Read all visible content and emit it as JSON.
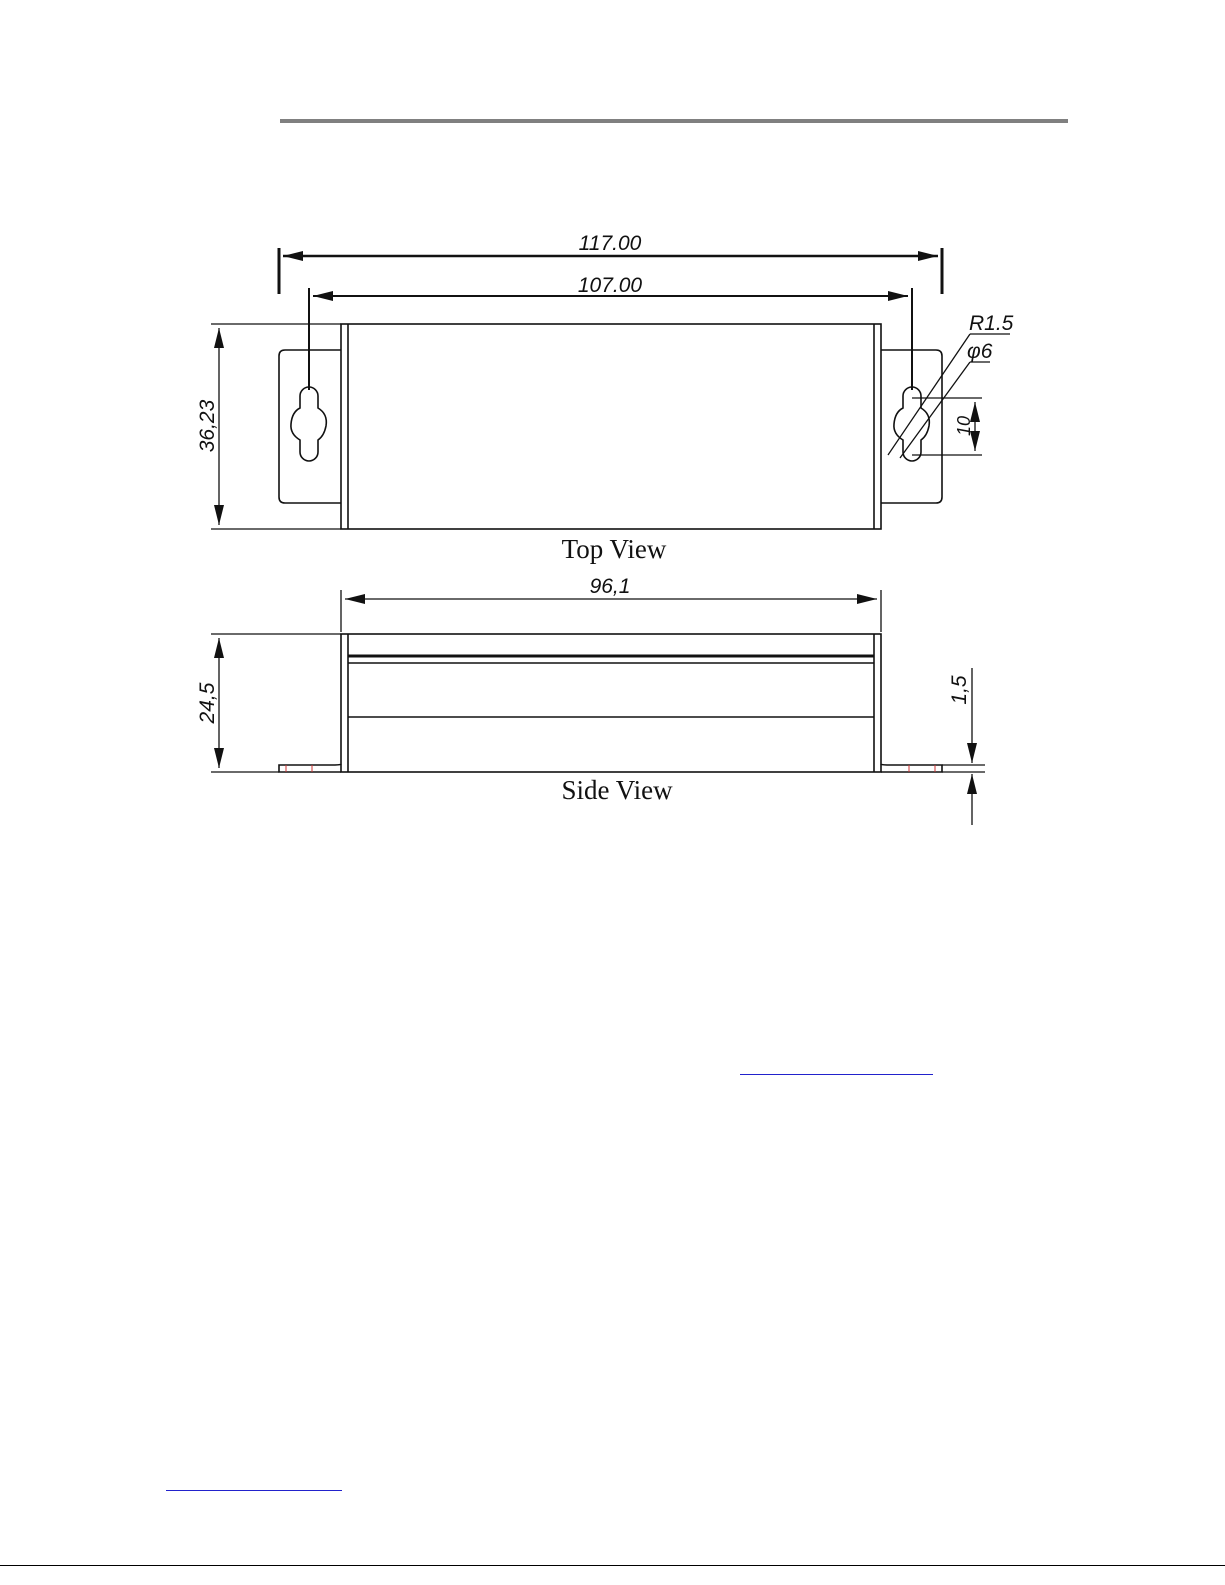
{
  "drawing": {
    "dimensions": {
      "overall_length": "117.00",
      "hole_spacing": "107.00",
      "width": "36,23",
      "corner_radius": "R1.5",
      "hole_diameter": "φ6",
      "slot_length": "10",
      "body_length": "96,1",
      "height": "24,5",
      "flange_thickness": "1,5"
    },
    "labels": {
      "top_view": "Top View",
      "side_view": "Side View"
    }
  },
  "colors": {
    "rule": "#808080",
    "line": "#111111",
    "link": "#2222cc",
    "flange_mark": "#cc3333"
  }
}
